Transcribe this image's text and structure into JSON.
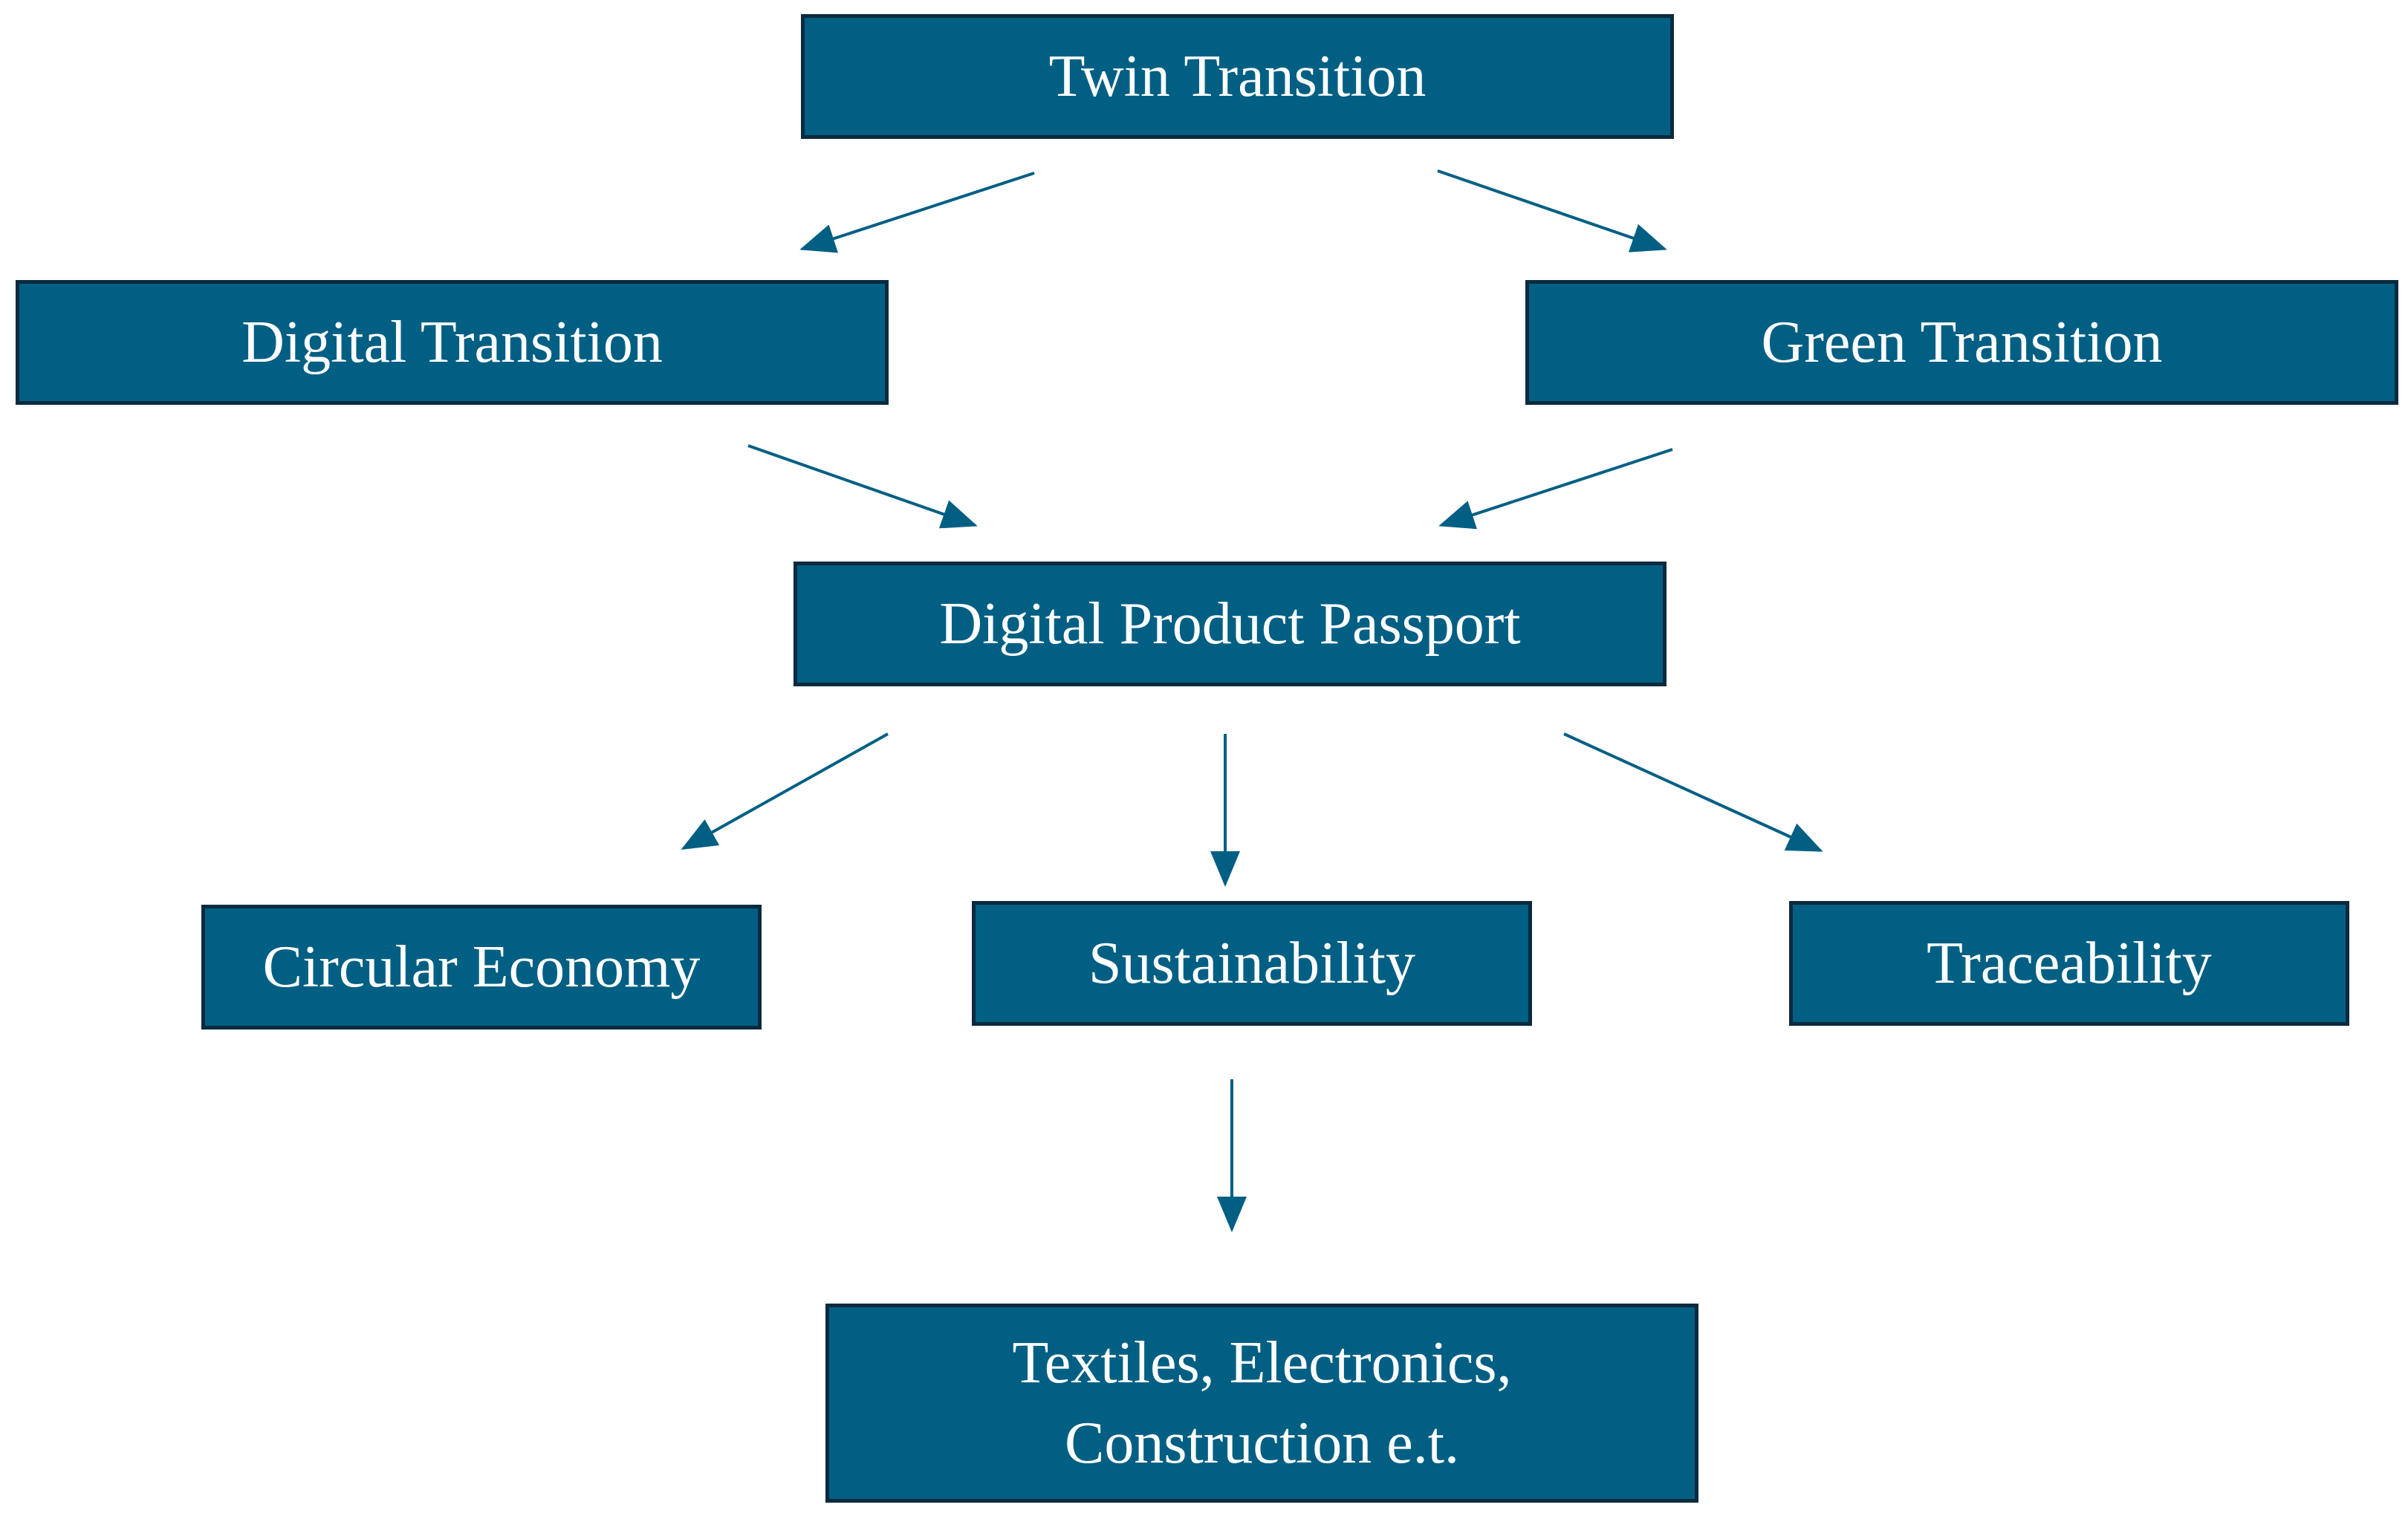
{
  "diagram": {
    "colors": {
      "node_fill": "#005f83",
      "node_border": "#0c2a3e",
      "node_text": "#ffffff",
      "arrow": "#005f83"
    },
    "nodes": {
      "twin_transition": "Twin Transition",
      "digital_transition": "Digital Transition",
      "green_transition": "Green Transition",
      "digital_product_passport": "Digital Product Passport",
      "circular_economy": "Circular Economy",
      "sustainability": "Sustainability",
      "traceability": "Traceability",
      "sectors": "Textiles, Electronics,\nConstruction e.t."
    },
    "edges": [
      {
        "from": "twin_transition",
        "to": "digital_transition"
      },
      {
        "from": "twin_transition",
        "to": "green_transition"
      },
      {
        "from": "digital_transition",
        "to": "digital_product_passport"
      },
      {
        "from": "green_transition",
        "to": "digital_product_passport"
      },
      {
        "from": "digital_product_passport",
        "to": "circular_economy"
      },
      {
        "from": "digital_product_passport",
        "to": "sustainability"
      },
      {
        "from": "digital_product_passport",
        "to": "traceability"
      },
      {
        "from": "sustainability",
        "to": "sectors"
      }
    ]
  }
}
